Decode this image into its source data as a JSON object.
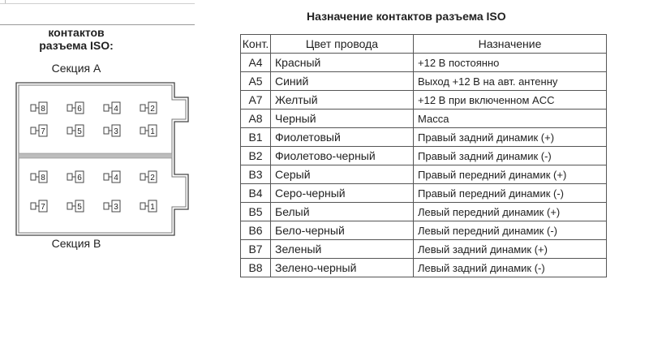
{
  "connector": {
    "title_line1": "контактов",
    "title_line2": "разъема ISO:",
    "section_a_label": "Секция А",
    "section_b_label": "Секция В",
    "section_a_pins": [
      "8",
      "6",
      "4",
      "2",
      "7",
      "5",
      "3",
      "1"
    ],
    "section_b_pins": [
      "8",
      "6",
      "4",
      "2",
      "7",
      "5",
      "3",
      "1"
    ]
  },
  "table": {
    "title": "Назначение контактов разъема ISO",
    "headers": [
      "Конт.",
      "Цвет провода",
      "Назначение"
    ],
    "rows": [
      {
        "pin": "A4",
        "color": "Красный",
        "purpose": "+12 В постоянно"
      },
      {
        "pin": "A5",
        "color": "Синий",
        "purpose": "Выход +12 В на авт. антенну"
      },
      {
        "pin": "A7",
        "color": "Желтый",
        "purpose": "+12 В при включенном ACC"
      },
      {
        "pin": "A8",
        "color": "Черный",
        "purpose": "Масса"
      },
      {
        "pin": "B1",
        "color": "Фиолетовый",
        "purpose": "Правый задний динамик (+)"
      },
      {
        "pin": "B2",
        "color": "Фиолетово-черный",
        "purpose": "Правый задний динамик (-)"
      },
      {
        "pin": "B3",
        "color": "Серый",
        "purpose": "Правый передний динамик (+)"
      },
      {
        "pin": "B4",
        "color": "Серо-черный",
        "purpose": "Правый передний динамик (-)"
      },
      {
        "pin": "B5",
        "color": "Белый",
        "purpose": "Левый передний динамик (+)"
      },
      {
        "pin": "B6",
        "color": "Бело-черный",
        "purpose": "Левый передний динамик (-)"
      },
      {
        "pin": "B7",
        "color": "Зеленый",
        "purpose": "Левый задний динамик (+)"
      },
      {
        "pin": "B8",
        "color": "Зелено-черный",
        "purpose": "Левый задний динамик (-)"
      }
    ]
  }
}
